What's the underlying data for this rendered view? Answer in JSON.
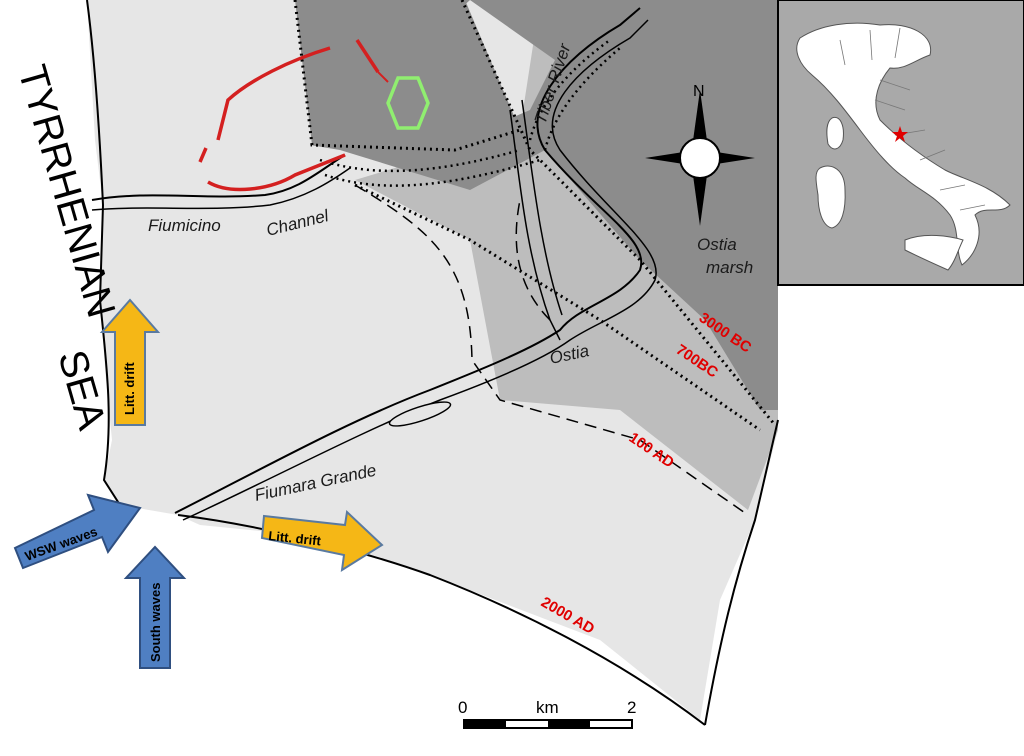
{
  "sea_label_words": [
    "TYRRHENIAN",
    "SEA"
  ],
  "places": {
    "tiber_river": "Tiber River",
    "fiumicino": "Fiumicino",
    "channel": "Channel",
    "ostia_marsh_line1": "Ostia",
    "ostia_marsh_line2": "marsh",
    "ostia": "Ostia",
    "fiumara_grande": "Fiumara Grande"
  },
  "shorelines": [
    {
      "label": "3000 BC",
      "style": "dotted"
    },
    {
      "label": "700BC",
      "style": "dotted"
    },
    {
      "label": "100 AD",
      "style": "dashed"
    },
    {
      "label": "2000 AD",
      "style": "solid"
    }
  ],
  "arrows": {
    "litt_drift_north": "Litt. drift",
    "litt_drift_east": "Litt. drift",
    "wsw_waves": "WSW waves",
    "south_waves": "South waves"
  },
  "compass": {
    "north_label": "N"
  },
  "scale_bar": {
    "start": "0",
    "unit": "km",
    "end": "2"
  },
  "colors": {
    "land_light": "#e6e6e6",
    "land_mid": "#bdbdbd",
    "land_dark": "#8c8c8c",
    "roman_wall": "#d42020",
    "hexagon_harbour": "#90ee70",
    "dates": "#e00000",
    "drift_arrow": "#f5b716",
    "wave_arrow": "#4f7fc2"
  },
  "inset": {
    "map": "Italy",
    "marker": "star",
    "marker_color": "#e00000"
  }
}
